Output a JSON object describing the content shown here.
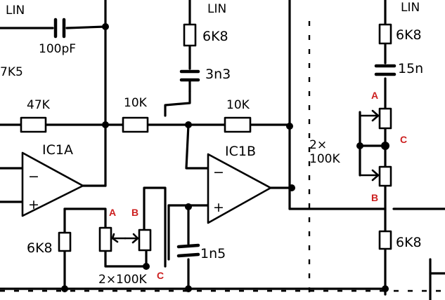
{
  "colors": {
    "ink": "#000000",
    "annotation": "#cc1f1f",
    "background": "#ffffff"
  },
  "labels": {
    "lin_1": "LIN",
    "lin_2": "LIN",
    "lin_3": "LIN",
    "cap_100pf": "100pF",
    "res_7k5": "7K5",
    "res_47k": "47K",
    "res_10k_1": "10K",
    "res_6k8_top": "6K8",
    "cap_3n3": "3n3",
    "res_10k_2": "10K",
    "ic1a": "IC1A",
    "ic1b": "IC1B",
    "res_6k8_left": "6K8",
    "pots_left": "2×100K",
    "cap_1n5": "1n5",
    "pots_right_line1": "2×",
    "pots_right_line2": "100K",
    "res_6k8_right_top": "6K8",
    "cap_15n": "15n",
    "res_6k8_right_bottom": "6K8",
    "opamp_minus": "−",
    "opamp_plus": "+"
  },
  "annotations": {
    "a_left": "A",
    "b_left": "B",
    "c_left": "C",
    "a_right": "A",
    "b_right": "B",
    "c_right": "C"
  }
}
